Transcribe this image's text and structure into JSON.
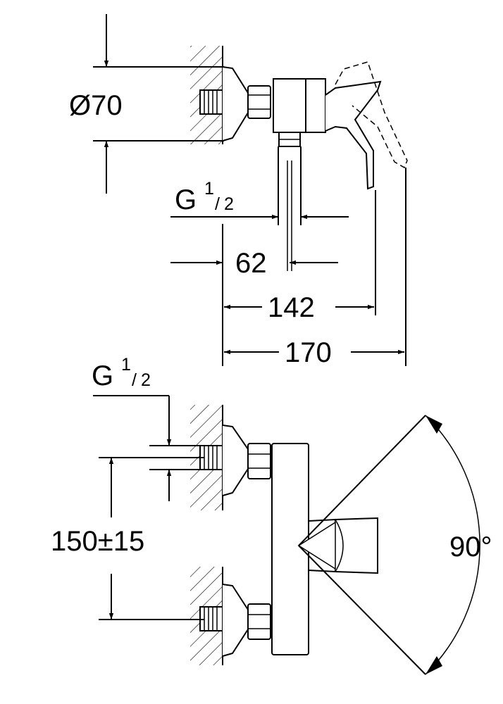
{
  "labels": {
    "diameter": "Ø70",
    "thread_top": {
      "main": "G",
      "num": "1",
      "den": "2"
    },
    "thread_bottom": {
      "main": "G",
      "num": "1",
      "den": "2"
    },
    "dim_62": "62",
    "dim_142": "142",
    "dim_170": "170",
    "dim_150": "150±15",
    "angle": "90°"
  },
  "colors": {
    "line": "#000000",
    "background": "#ffffff"
  }
}
